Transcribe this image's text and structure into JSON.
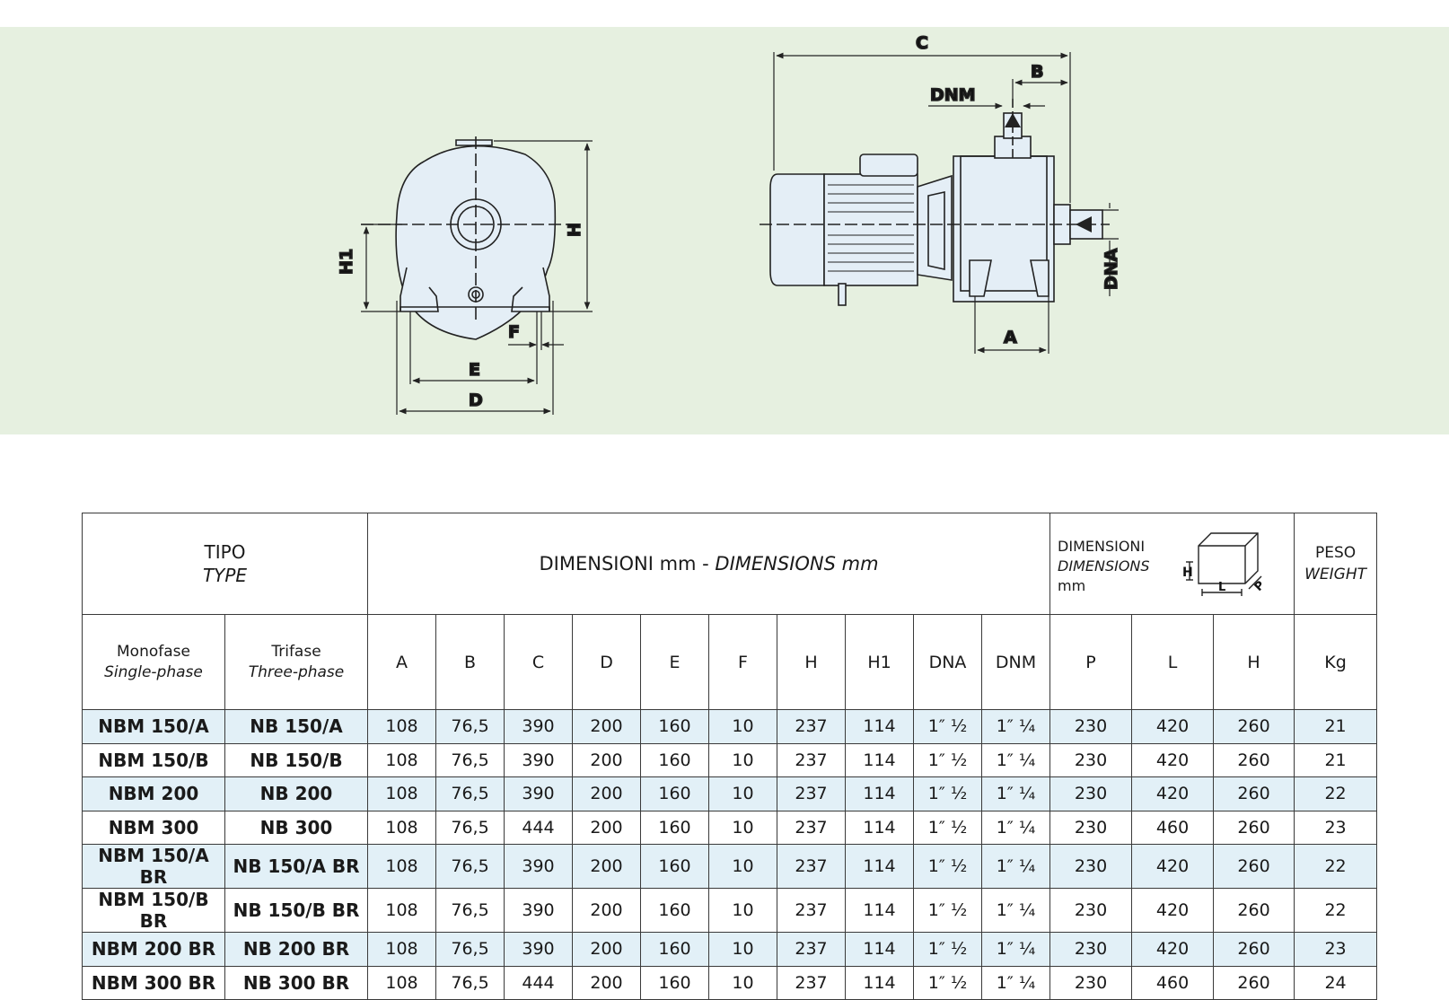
{
  "drawing": {
    "front_view_labels": {
      "h1": "H1",
      "h": "H",
      "f": "F",
      "e": "E",
      "d": "D"
    },
    "side_view_labels": {
      "c": "C",
      "b": "B",
      "dnm": "DNM",
      "dna": "DNA",
      "a": "A"
    }
  },
  "table": {
    "type_header": {
      "it": "TIPO",
      "en": "TYPE"
    },
    "dimensions_header": {
      "it": "DIMENSIONI mm - ",
      "en": "DIMENSIONS mm"
    },
    "packaging_header": {
      "it": "DIMENSIONI",
      "en": "DIMENSIONS",
      "unit": "mm",
      "icon_labels": {
        "h": "H",
        "l": "L",
        "p": "P"
      }
    },
    "weight_header": {
      "it": "PESO",
      "en": "WEIGHT"
    },
    "single_phase_header": {
      "it": "Monofase",
      "en": "Single-phase"
    },
    "three_phase_header": {
      "it": "Trifase",
      "en": "Three-phase"
    },
    "columns": [
      "A",
      "B",
      "C",
      "D",
      "E",
      "F",
      "H",
      "H1",
      "DNA",
      "DNM",
      "P",
      "L",
      "H",
      "Kg"
    ],
    "rows": [
      {
        "mono": "NBM 150/A",
        "tri": "NB 150/A",
        "vals": [
          "108",
          "76,5",
          "390",
          "200",
          "160",
          "10",
          "237",
          "114",
          "1″ ½",
          "1″ ¼",
          "230",
          "420",
          "260",
          "21"
        ]
      },
      {
        "mono": "NBM 150/B",
        "tri": "NB 150/B",
        "vals": [
          "108",
          "76,5",
          "390",
          "200",
          "160",
          "10",
          "237",
          "114",
          "1″ ½",
          "1″ ¼",
          "230",
          "420",
          "260",
          "21"
        ]
      },
      {
        "mono": "NBM 200",
        "tri": "NB 200",
        "vals": [
          "108",
          "76,5",
          "390",
          "200",
          "160",
          "10",
          "237",
          "114",
          "1″ ½",
          "1″ ¼",
          "230",
          "420",
          "260",
          "22"
        ]
      },
      {
        "mono": "NBM 300",
        "tri": "NB 300",
        "vals": [
          "108",
          "76,5",
          "444",
          "200",
          "160",
          "10",
          "237",
          "114",
          "1″ ½",
          "1″ ¼",
          "230",
          "460",
          "260",
          "23"
        ]
      },
      {
        "mono": "NBM 150/A BR",
        "tri": "NB 150/A BR",
        "vals": [
          "108",
          "76,5",
          "390",
          "200",
          "160",
          "10",
          "237",
          "114",
          "1″ ½",
          "1″ ¼",
          "230",
          "420",
          "260",
          "22"
        ]
      },
      {
        "mono": "NBM 150/B BR",
        "tri": "NB 150/B BR",
        "vals": [
          "108",
          "76,5",
          "390",
          "200",
          "160",
          "10",
          "237",
          "114",
          "1″ ½",
          "1″ ¼",
          "230",
          "420",
          "260",
          "22"
        ]
      },
      {
        "mono": "NBM 200 BR",
        "tri": "NB 200 BR",
        "vals": [
          "108",
          "76,5",
          "390",
          "200",
          "160",
          "10",
          "237",
          "114",
          "1″ ½",
          "1″ ¼",
          "230",
          "420",
          "260",
          "23"
        ]
      },
      {
        "mono": "NBM 300 BR",
        "tri": "NB 300 BR",
        "vals": [
          "108",
          "76,5",
          "444",
          "200",
          "160",
          "10",
          "237",
          "114",
          "1″ ½",
          "1″ ¼",
          "230",
          "460",
          "260",
          "24"
        ]
      }
    ]
  },
  "colors": {
    "drawing_background": "#e6f0e0",
    "row_shade": "#e2f0f7",
    "part_fill": "#e4eef6"
  }
}
